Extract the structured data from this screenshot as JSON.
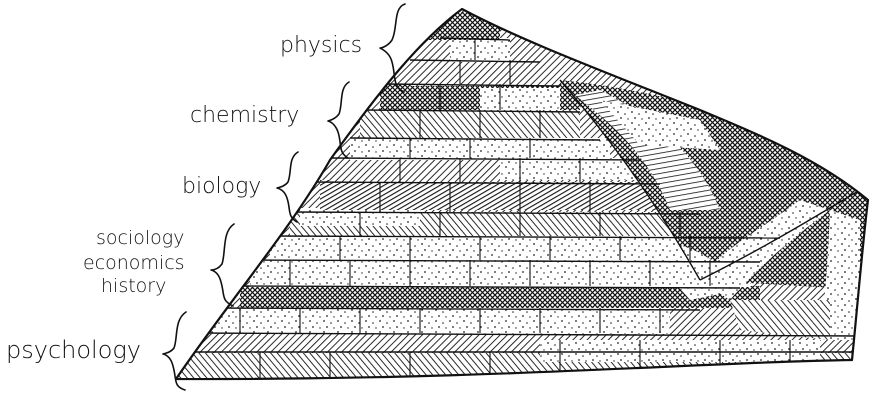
{
  "labels": {
    "physics": "physics",
    "chemistry": "chemistry",
    "biology": "biology",
    "sociology": "sociology",
    "economics": "economics",
    "history": "history",
    "psychology": "psychology"
  }
}
